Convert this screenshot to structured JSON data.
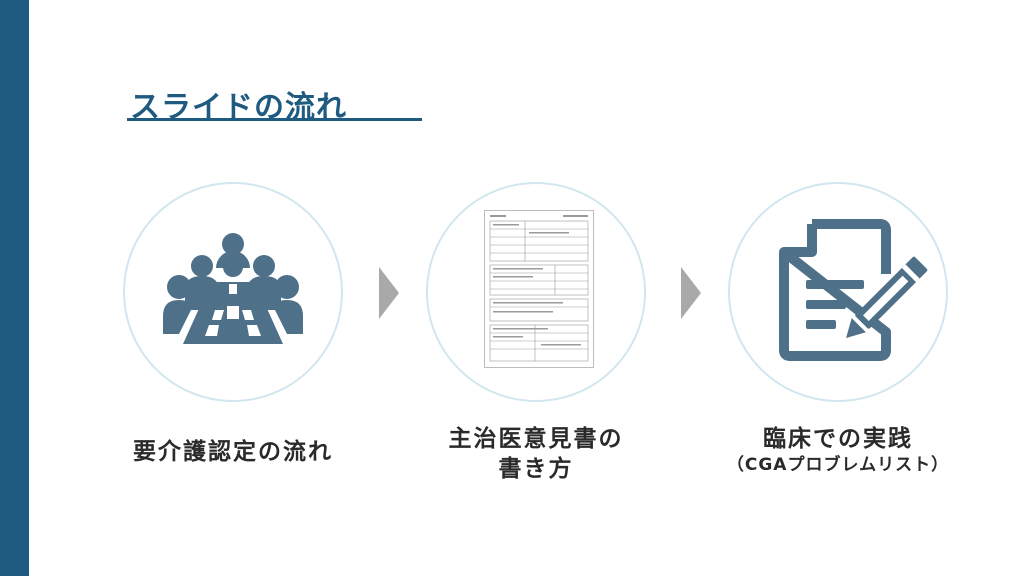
{
  "slide": {
    "title": "スライドの流れ",
    "colors": {
      "accent": "#1f5a80",
      "icon": "#4e7089",
      "circle_border": "#d2e6ef",
      "arrow": "#a9a9a9",
      "text": "#2a2a2a"
    }
  },
  "steps": [
    {
      "icon": "meeting-table-icon",
      "label": "要介護認定の流れ"
    },
    {
      "icon": "medical-form-document-icon",
      "label_line1": "主治医意見書の",
      "label_line2": "書き方"
    },
    {
      "icon": "document-edit-pencil-icon",
      "label": "臨床での実践",
      "sublabel": "（CGAプロブレムリスト）"
    }
  ],
  "arrows": [
    {
      "icon": "chevron-right-icon"
    },
    {
      "icon": "chevron-right-icon"
    }
  ]
}
